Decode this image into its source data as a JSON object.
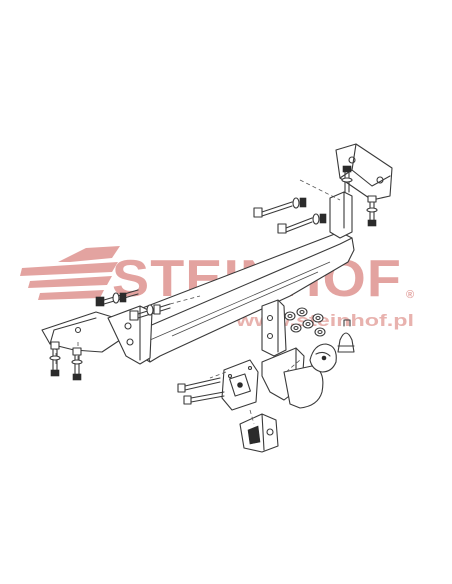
{
  "watermark": {
    "brand": "STEINHOF",
    "registered_mark": "®",
    "url": "www.steinhof.pl",
    "colors": {
      "brand_red": "#e3a3a0",
      "url_red": "#e8b2ae",
      "line": "#3a3a3a"
    }
  },
  "diagram": {
    "icons": [
      "tow-bar-beam",
      "mounting-bracket-left",
      "mounting-bracket-right",
      "tow-ball-neck",
      "electrical-socket",
      "socket-plate",
      "bolt",
      "washer",
      "nut",
      "socket-cover-cap"
    ]
  }
}
